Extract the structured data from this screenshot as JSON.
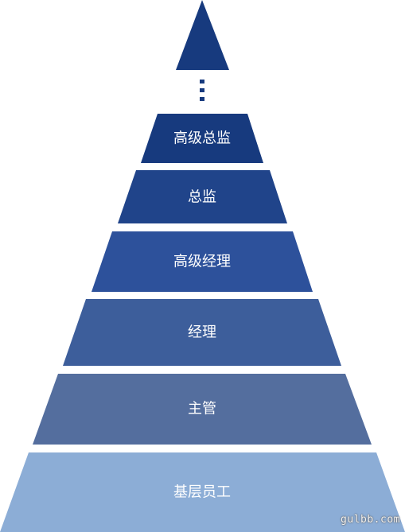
{
  "diagram": {
    "type": "pyramid",
    "levels": [
      {
        "label": "高级总监",
        "color": "#173a7e"
      },
      {
        "label": "总监",
        "color": "#20448a"
      },
      {
        "label": "高级经理",
        "color": "#2d519b"
      },
      {
        "label": "经理",
        "color": "#3d5e9b"
      },
      {
        "label": "主管",
        "color": "#546e9e"
      },
      {
        "label": "基层员工",
        "color": "#8cadd6"
      }
    ],
    "apex": {
      "color": "#173a7e"
    },
    "continuation_dots": {
      "color": "#173a7e"
    }
  },
  "watermark": "gulbb.com"
}
